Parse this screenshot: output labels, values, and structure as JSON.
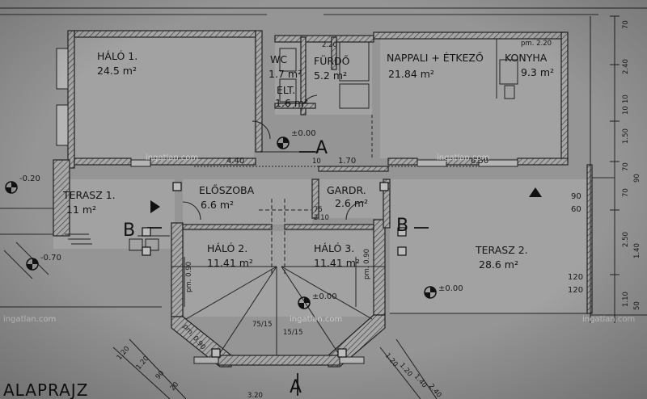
{
  "rooms": [
    {
      "id": "halo1",
      "name": "HÁLÓ 1.",
      "area": "24.5 m²"
    },
    {
      "id": "wc",
      "name": "WC",
      "area": "1.7 m²"
    },
    {
      "id": "furdo",
      "name": "FÜRDŐ",
      "area": "5.2 m²"
    },
    {
      "id": "el",
      "name": "ELT.",
      "area": "1.6 m²"
    },
    {
      "id": "nappali",
      "name": "NAPPALI + ÉTKEZŐ",
      "area": "21.84 m²"
    },
    {
      "id": "konyha",
      "name": "KONYHA",
      "area": "9.3 m²"
    },
    {
      "id": "terasz1",
      "name": "TERASZ 1.",
      "area": "11 m²"
    },
    {
      "id": "eloszoba",
      "name": "ELŐSZOBA",
      "area": "6.6 m²"
    },
    {
      "id": "gardr",
      "name": "GARDR.",
      "area": "2.6 m²"
    },
    {
      "id": "halo2",
      "name": "HÁLÓ 2.",
      "area": "11.41 m²"
    },
    {
      "id": "halo3",
      "name": "HÁLÓ 3.",
      "area": "11.41 m²"
    },
    {
      "id": "terasz2",
      "name": "TERASZ 2.",
      "area": "28.6 m²"
    }
  ],
  "levels": {
    "a": "±0.00",
    "b": "-0.20",
    "c": "-0.70",
    "d": "±0.00",
    "e": "±0.00"
  },
  "section_marks": {
    "a1": "A",
    "a2": "A",
    "b1": "B",
    "b2": "B"
  },
  "dims": {
    "d440": "4.40",
    "d170": "1.70",
    "d650": "6.50",
    "d10": "10",
    "d220a": "2.20",
    "d220b": "pm. 2.20",
    "d90": "90",
    "d60": "60",
    "d120a": "120",
    "d120b": "120",
    "pm090a": "pm. 0.90",
    "pm090b": "pm. 0.90",
    "pm090c": "pm. 0.90",
    "d75a": "75/15",
    "d75b": "15/15",
    "d210": "2.10",
    "d75c": "75",
    "r70": "70",
    "r240": "2.40",
    "r10a": "10",
    "r10b": "10",
    "r150": "1.50",
    "r70b": "70",
    "r90": "90",
    "r70c": "70",
    "r250": "2.50",
    "r140": "1.40",
    "r110": "1.10",
    "r50": "50",
    "b120a": "1.20",
    "b120b": "1.20",
    "b90": "90",
    "b20": "20",
    "b120c": "1.20",
    "b120d": "1.20",
    "b140": "1.40",
    "b320": "3.20",
    "b240": "2.40"
  },
  "title": "ALAPRAJZ",
  "watermark": "ingatlan.com"
}
